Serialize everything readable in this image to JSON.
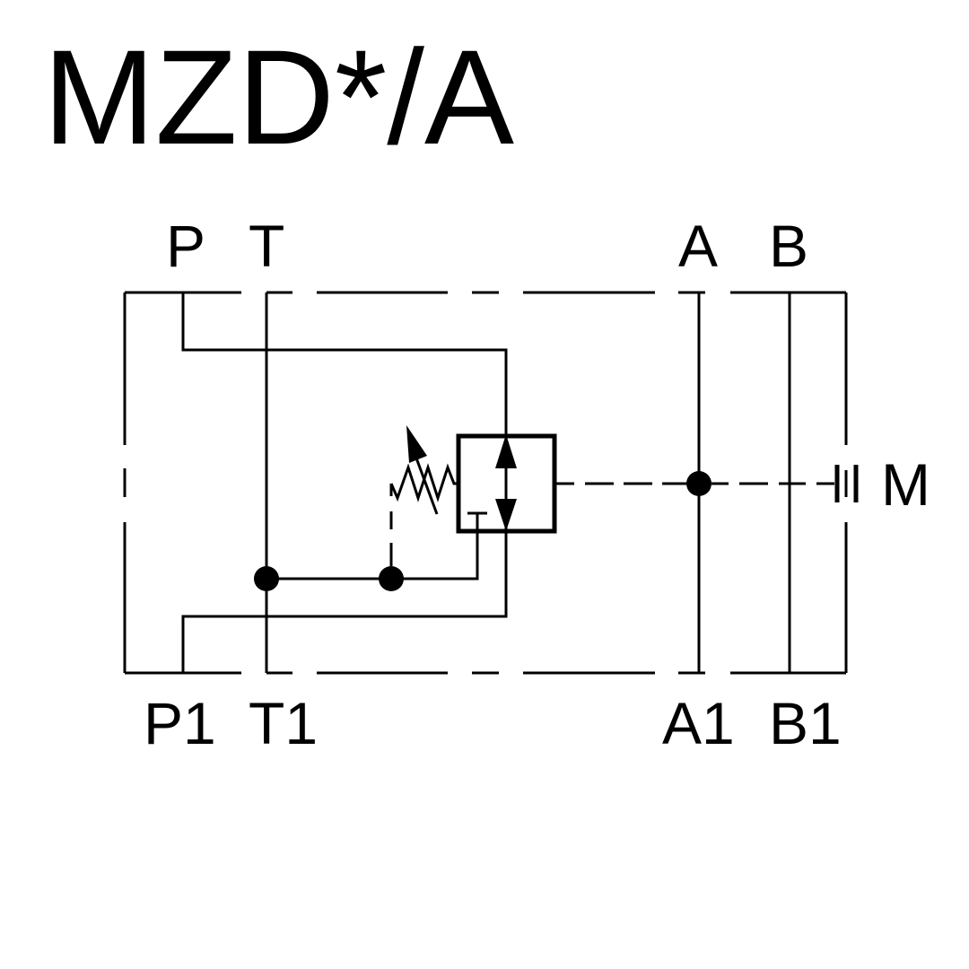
{
  "title": "MZD*/A",
  "ports": {
    "P": "P",
    "T": "T",
    "A": "A",
    "B": "B",
    "P1": "P1",
    "T1": "T1",
    "A1": "A1",
    "B1": "B1",
    "M": "M"
  },
  "colors": {
    "line": "#000000",
    "background": "#ffffff"
  }
}
